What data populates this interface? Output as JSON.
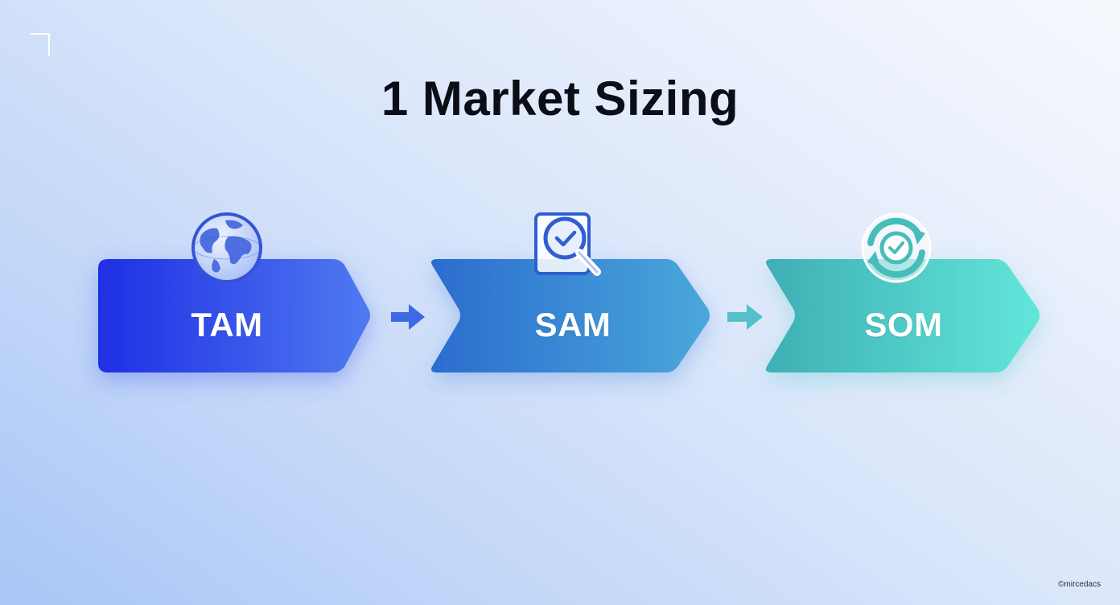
{
  "title": "1 Market Sizing",
  "stages": [
    {
      "label": "TAM",
      "icon": "globe-icon",
      "color_start": "#2233e6",
      "color_end": "#4a72ee"
    },
    {
      "label": "SAM",
      "icon": "search-check-icon",
      "color_start": "#2f6fd0",
      "color_end": "#4aa6d8"
    },
    {
      "label": "SOM",
      "icon": "refresh-target-icon",
      "color_start": "#40b3b6",
      "color_end": "#5de5d8"
    }
  ],
  "watermark": "©mircedacs"
}
